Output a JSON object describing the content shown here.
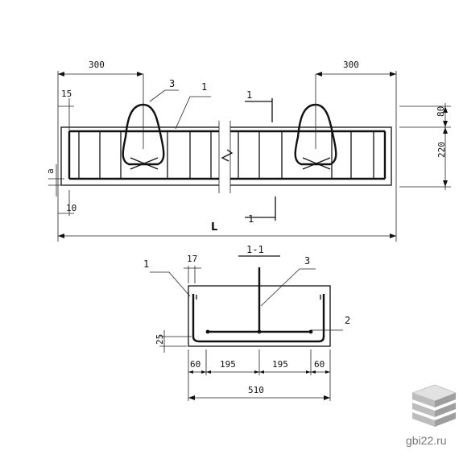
{
  "elevation": {
    "dims": {
      "left_offset": "300",
      "right_offset": "300",
      "top_cover": "15",
      "bottom_cover": "10",
      "side_cover": "a",
      "loop_height": "80",
      "beam_height": "220",
      "length": "L"
    },
    "callouts": {
      "loop": "3",
      "cage": "1"
    },
    "section_mark": "1"
  },
  "section": {
    "title": "1-1",
    "dims": {
      "bar_offset": "17",
      "bottom_cover": "25",
      "edge_left": "60",
      "span_left": "195",
      "span_right": "195",
      "edge_right": "60",
      "total_width": "510"
    },
    "callouts": {
      "frame": "1",
      "loop": "3",
      "bottom_bar": "2"
    }
  },
  "watermark": {
    "text": "gbi22.ru"
  }
}
